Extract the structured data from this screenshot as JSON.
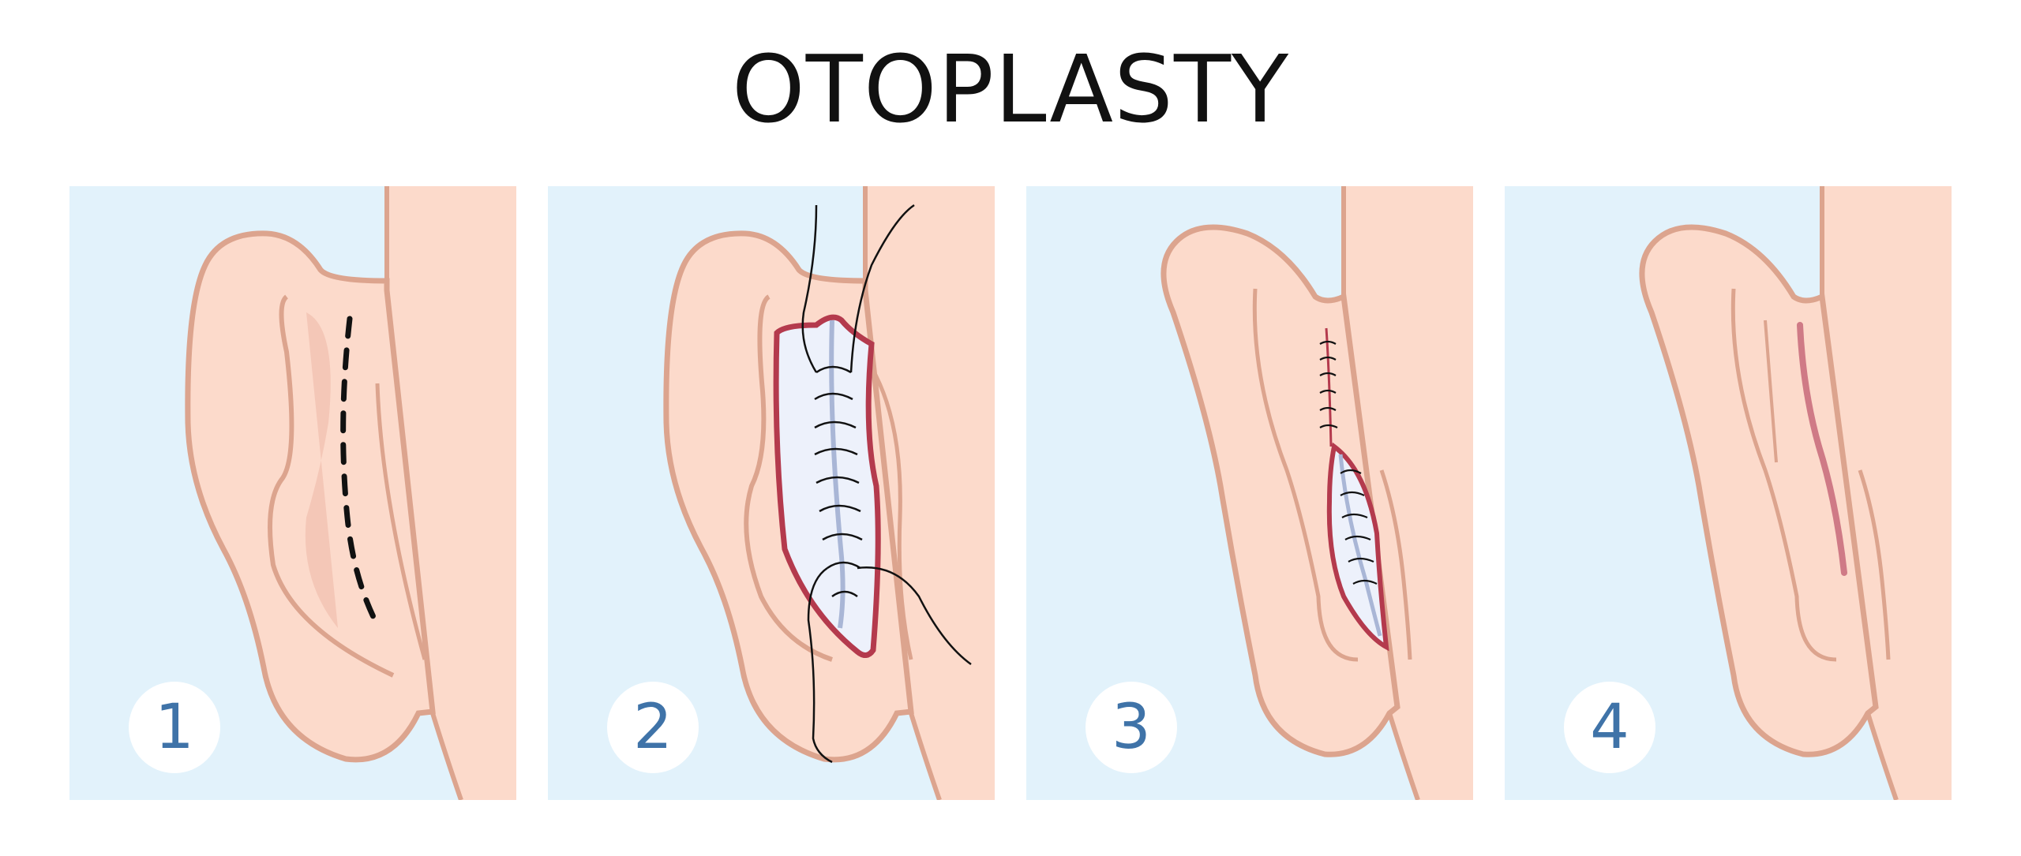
{
  "title": "OTOPLASTY",
  "colors": {
    "background": "#ffffff",
    "panel_background": "#e2f2fb",
    "skin": "#fcdacb",
    "skin_outline": "#dca48e",
    "skin_shadow": "#f1c2b1",
    "incision_fill": "#edf1fb",
    "incision_outline": "#b43a4d",
    "suture_line": "#a9b6d6",
    "thread": "#111111",
    "scar": "#cf7a86",
    "badge_text": "#3f73a8"
  },
  "steps": [
    {
      "number": "1",
      "stage": "marking",
      "icon": "dashed-incision-line"
    },
    {
      "number": "2",
      "stage": "open-incision-with-sutures",
      "icon": "sutured-cartilage"
    },
    {
      "number": "3",
      "stage": "closing-incision",
      "icon": "partially-closed-incision"
    },
    {
      "number": "4",
      "stage": "healed",
      "icon": "healed-scar"
    }
  ]
}
